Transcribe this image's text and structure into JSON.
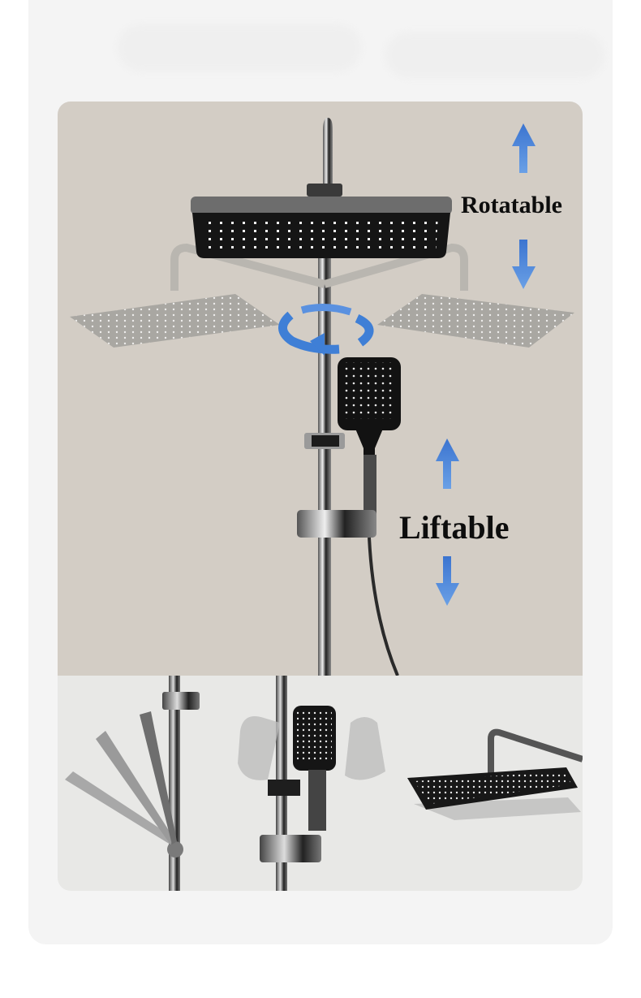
{
  "page": {
    "background": "#ffffff",
    "card_background": "#f4f4f4",
    "panel_background": "#d3cdc5",
    "strip_background": "#e8e8e6",
    "arrow_color": "#3f7fd6"
  },
  "hero": {
    "rotate_label": "Rotatable",
    "lift_label": "Liftable",
    "icons": [
      "arrow-up-icon",
      "arrow-down-icon",
      "rotate-circular-arrow-icon",
      "arrow-up-icon",
      "arrow-down-icon"
    ]
  },
  "detail_strip": {
    "items": [
      {
        "name": "hand-shower-tilt-side-view"
      },
      {
        "name": "hand-shower-swivel-front-view"
      },
      {
        "name": "overhead-shower-tilt-view"
      }
    ]
  }
}
